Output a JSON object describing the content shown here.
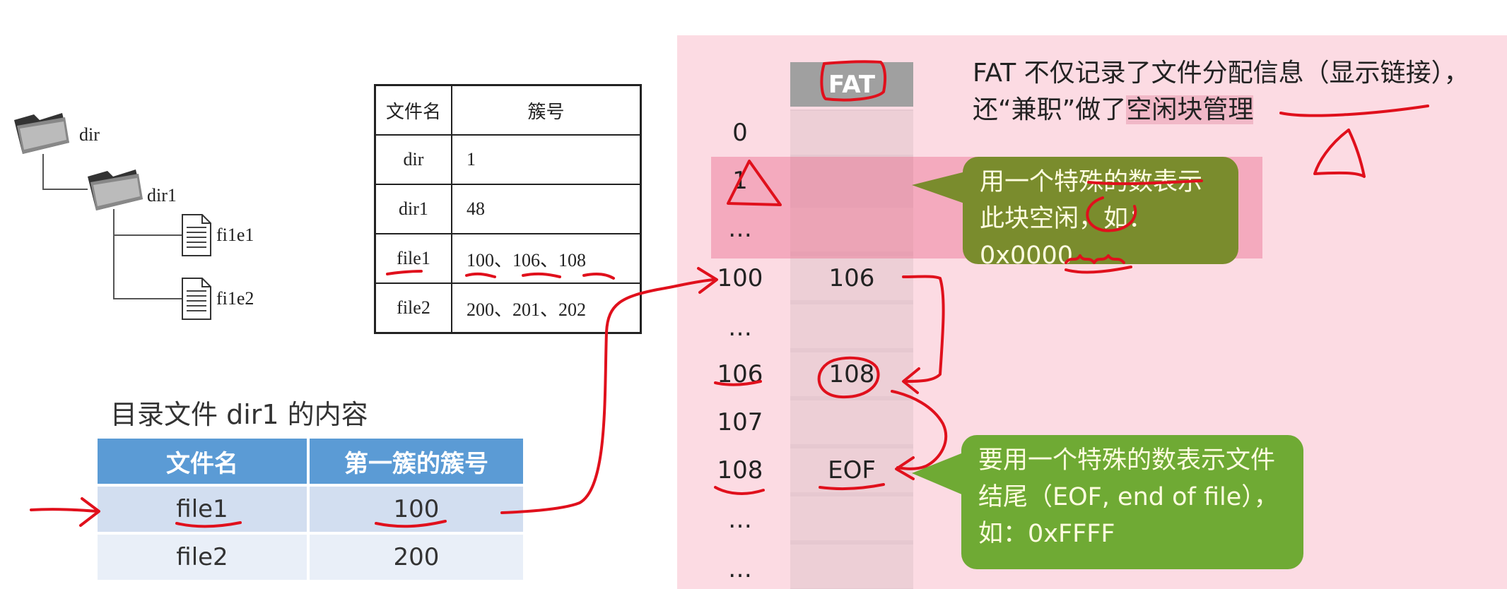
{
  "tree": {
    "root": "dir",
    "child_dir": "dir1",
    "files": [
      "fi1e1",
      "fi1e2"
    ]
  },
  "cluster_table": {
    "headers": [
      "文件名",
      "簇号"
    ],
    "rows": [
      [
        "dir",
        "1"
      ],
      [
        "dir1",
        "48"
      ],
      [
        "file1",
        "100、106、108"
      ],
      [
        "file2",
        "200、201、202"
      ]
    ]
  },
  "dir_content": {
    "caption": "目录文件 dir1 的内容",
    "headers": [
      "文件名",
      "第一簇的簇号"
    ],
    "rows": [
      [
        "file1",
        "100"
      ],
      [
        "file2",
        "200"
      ]
    ]
  },
  "fat": {
    "header": "FAT",
    "indices": [
      "0",
      "1",
      "…",
      "100",
      "…",
      "106",
      "107",
      "108",
      "…",
      "…"
    ],
    "entries": [
      {
        "index": "100",
        "value": "106"
      },
      {
        "index": "106",
        "value": "108"
      },
      {
        "index": "108",
        "value": "EOF"
      }
    ],
    "note_before": "FAT 不仅记录了文件分配信息（显示链接），还“兼职”做了",
    "note_highlight": "空闲块管理",
    "bubble_free": "用一个特殊的数表示此块空闲，如：0x0000",
    "bubble_eof": "要用一个特殊的数表示文件结尾（EOF, end of file），如：0xFFFF"
  },
  "colors": {
    "panel": "#fcdbe3",
    "table_header": "#5b9bd5",
    "bubble_free": "#7a8c2d",
    "bubble_eof": "#6faa34",
    "ink": "#e0101c"
  }
}
